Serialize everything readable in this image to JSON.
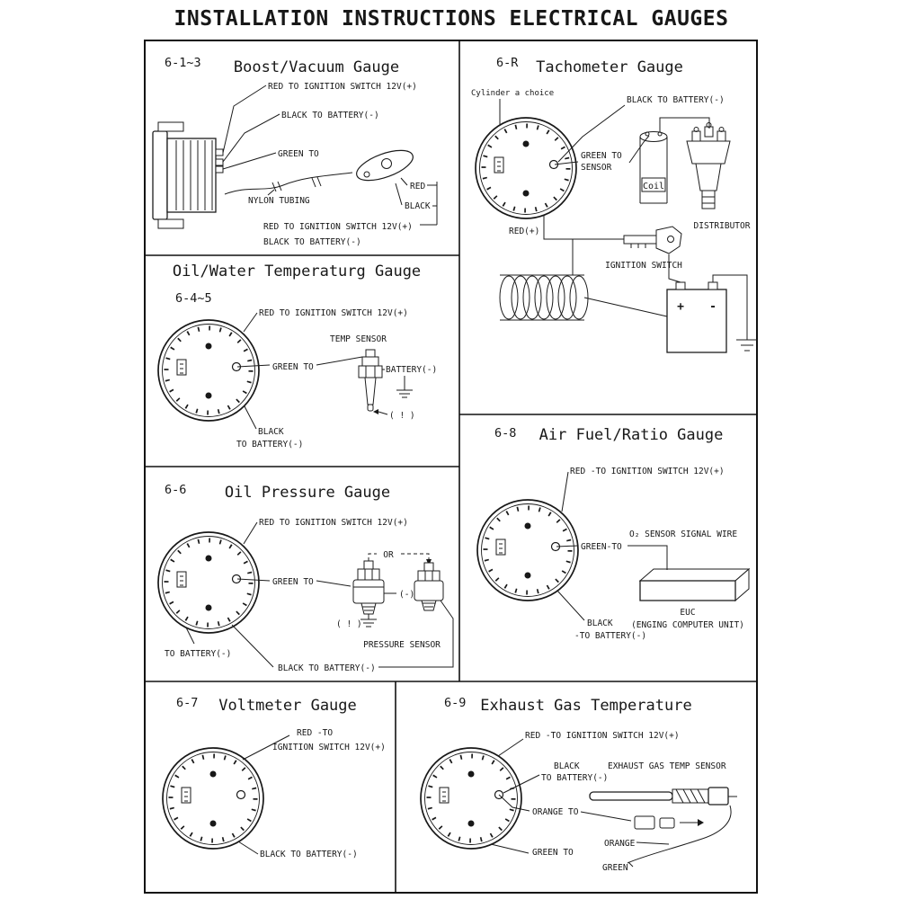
{
  "title": "INSTALLATION INSTRUCTIONS ELECTRICAL GAUGES",
  "panels": {
    "boost": {
      "section": "6-1~3",
      "title": "Boost/Vacuum Gauge",
      "red_top": "RED  TO IGNITION SWITCH 12V(+)",
      "black_top": "BLACK  TO BATTERY(-)",
      "green_to": "GREEN TO",
      "nylon_tubing": "NYLON TUBING",
      "red": "RED",
      "black": "BLACK",
      "red_bottom": "RED  TO IGNITION SWITCH 12V(+)",
      "black_bottom": "BLACK  TO BATTERY(-)"
    },
    "tach": {
      "section": "6-R",
      "title": "Tachometer Gauge",
      "cylinder_choice": "Cylinder a choice",
      "black_battery": "BLACK  TO BATTERY(-)",
      "green_to": "GREEN TO",
      "sensor": "SENSOR",
      "coil": "Coil",
      "distributor": "DISTRIBUTOR",
      "red_plus": "RED(+)",
      "ignition_switch": "IGNITION SWITCH",
      "battery_plus": "+",
      "battery_minus": "-"
    },
    "oil_water": {
      "section": "6-4~5",
      "title": "Oil/Water Temperaturg Gauge",
      "red_ignition": "RED TO IGNITION SWITCH 12V(+)",
      "temp_sensor": "TEMP SENSOR",
      "green_to": "GREEN TO",
      "battery_neg": "BATTERY(-)",
      "warning": "( ! )",
      "black": "BLACK",
      "to_battery": "TO BATTERY(-)"
    },
    "oil_pressure": {
      "section": "6-6",
      "title": "Oil Pressure Gauge",
      "red_ignition": "RED TO IGNITION SWITCH 12V(+)",
      "green_to": "GREEN TO",
      "or": "OR",
      "neg": "(-)",
      "warning": "( ! )",
      "pressure_sensor": "PRESSURE SENSOR",
      "to_battery": "TO BATTERY(-)",
      "black_battery": "BLACK TO BATTERY(-)"
    },
    "air_fuel": {
      "section": "6-8",
      "title": "Air Fuel/Ratio Gauge",
      "red_ignition": "RED -TO IGNITION SWITCH 12V(+)",
      "o2_wire": "O₂  SENSOR SIGNAL WIRE",
      "green_to": "GREEN-TO",
      "euc": "EUC",
      "euc_sub": "(ENGING COMPUTER UNIT)",
      "black": "BLACK",
      "to_battery": "-TO BATTERY(-)"
    },
    "voltmeter": {
      "section": "6-7",
      "title": "Voltmeter Gauge",
      "red_line1": "RED -TO",
      "red_line2": "IGNITION SWITCH 12V(+)",
      "black_battery": "BLACK  TO BATTERY(-)"
    },
    "exhaust": {
      "section": "6-9",
      "title": "Exhaust Gas Temperature",
      "red_ignition": "RED -TO IGNITION SWITCH 12V(+)",
      "black": "BLACK",
      "to_battery": "TO BATTERY(-)",
      "sensor": "EXHAUST GAS TEMP SENSOR",
      "orange_to": "ORANGE TO",
      "orange": "ORANGE",
      "green_to": "GREEN TO",
      "green": "GREEN"
    }
  }
}
